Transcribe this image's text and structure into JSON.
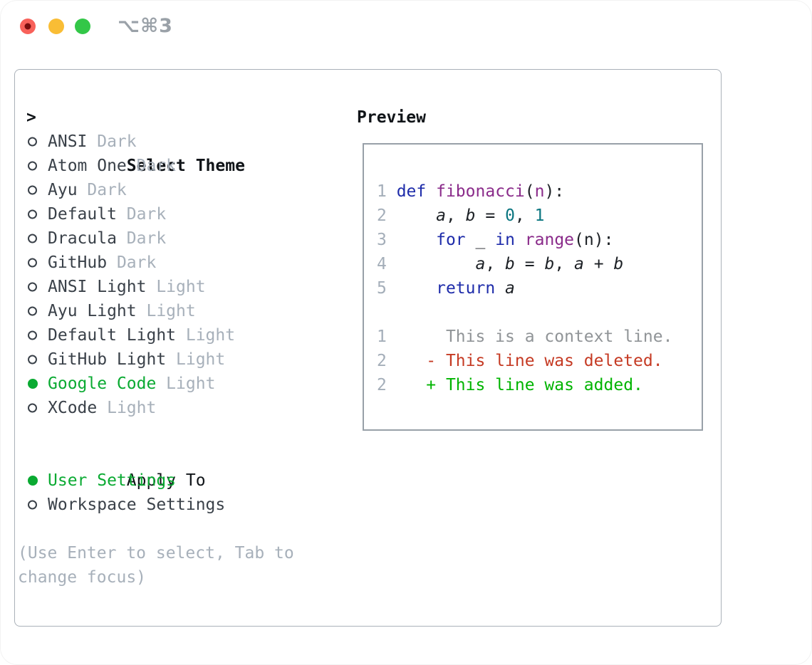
{
  "titlebar": {
    "shortcut": "⌥⌘3",
    "buttons": [
      {
        "name": "close",
        "has_dot": true
      },
      {
        "name": "minimize",
        "has_dot": false
      },
      {
        "name": "zoom",
        "has_dot": false
      }
    ]
  },
  "theme_list": {
    "header": "Select Theme",
    "header_marker": ">",
    "items": [
      {
        "name": "ANSI",
        "variant": "Dark",
        "selected": false
      },
      {
        "name": "Atom One",
        "variant": "Dark",
        "selected": false
      },
      {
        "name": "Ayu",
        "variant": "Dark",
        "selected": false
      },
      {
        "name": "Default",
        "variant": "Dark",
        "selected": false
      },
      {
        "name": "Dracula",
        "variant": "Dark",
        "selected": false
      },
      {
        "name": "GitHub",
        "variant": "Dark",
        "selected": false
      },
      {
        "name": "ANSI Light",
        "variant": "Light",
        "selected": false
      },
      {
        "name": "Ayu Light",
        "variant": "Light",
        "selected": false
      },
      {
        "name": "Default Light",
        "variant": "Light",
        "selected": false
      },
      {
        "name": "GitHub Light",
        "variant": "Light",
        "selected": false
      },
      {
        "name": "Google Code",
        "variant": "Light",
        "selected": true
      },
      {
        "name": "XCode",
        "variant": "Light",
        "selected": false
      }
    ]
  },
  "apply_to": {
    "header": "Apply To",
    "options": [
      {
        "label": "User Settings",
        "selected": true
      },
      {
        "label": "Workspace Settings",
        "selected": false
      }
    ]
  },
  "help_text": "(Use Enter to select, Tab to change focus)",
  "preview": {
    "header": "Preview",
    "code_lines": [
      {
        "num": "1",
        "tokens": [
          [
            "kw",
            "def"
          ],
          [
            "pl",
            " "
          ],
          [
            "fn",
            "fibonacci"
          ],
          [
            "pl",
            "("
          ],
          [
            "fn",
            "n"
          ],
          [
            "pl",
            "):"
          ]
        ]
      },
      {
        "num": "2",
        "tokens": [
          [
            "pl",
            "    "
          ],
          [
            "var",
            "a"
          ],
          [
            "pl",
            ", "
          ],
          [
            "var",
            "b"
          ],
          [
            "pl",
            " = "
          ],
          [
            "num",
            "0"
          ],
          [
            "pl",
            ", "
          ],
          [
            "num",
            "1"
          ]
        ]
      },
      {
        "num": "3",
        "tokens": [
          [
            "pl",
            "    "
          ],
          [
            "kw",
            "for"
          ],
          [
            "pl",
            " "
          ],
          [
            "var",
            "_"
          ],
          [
            "pl",
            " "
          ],
          [
            "kw",
            "in"
          ],
          [
            "pl",
            " "
          ],
          [
            "fn",
            "range"
          ],
          [
            "pl",
            "(n):"
          ]
        ]
      },
      {
        "num": "4",
        "tokens": [
          [
            "pl",
            "        "
          ],
          [
            "var",
            "a"
          ],
          [
            "pl",
            ", "
          ],
          [
            "var",
            "b"
          ],
          [
            "pl",
            " = "
          ],
          [
            "var",
            "b"
          ],
          [
            "pl",
            ", "
          ],
          [
            "var",
            "a"
          ],
          [
            "pl",
            " + "
          ],
          [
            "var",
            "b"
          ]
        ]
      },
      {
        "num": "5",
        "tokens": [
          [
            "pl",
            "    "
          ],
          [
            "kw",
            "return"
          ],
          [
            "pl",
            " "
          ],
          [
            "var",
            "a"
          ]
        ]
      }
    ],
    "diff_lines": [
      {
        "num": "1",
        "body": "      This is a context line.",
        "type": "context"
      },
      {
        "num": "2",
        "body": "    - This line was deleted.",
        "type": "deleted"
      },
      {
        "num": "2",
        "body": "    + This line was added.",
        "type": "added"
      }
    ]
  },
  "colors": {
    "keyword": "#1e2caa",
    "function": "#8a2b8a",
    "number": "#0b7680",
    "plain": "#1c2025",
    "linenum": "#a4aeb9",
    "context": "#909497",
    "deleted": "#c53a23",
    "added": "#00b400",
    "accent-green": "#0aaa32",
    "item-text": "#3a4149",
    "muted": "#a7b0ba",
    "header-text": "#101418",
    "panel-border": "#aab1b9",
    "box-border": "#98a0a8",
    "titlebar-gray": "#9aa1a8",
    "light-red": "#f8615a",
    "light-red-dot": "#7a0e0e",
    "light-yellow": "#f9bd35",
    "light-green": "#33c748"
  }
}
